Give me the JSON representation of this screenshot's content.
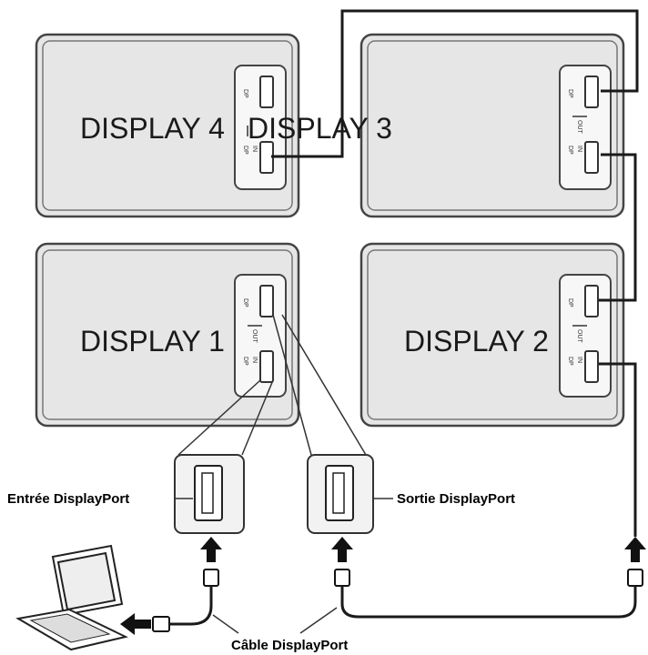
{
  "displays": [
    {
      "id": "d4",
      "label": "DISPLAY 4"
    },
    {
      "id": "d3",
      "label": "DISPLAY 3"
    },
    {
      "id": "d1",
      "label": "DISPLAY 1"
    },
    {
      "id": "d2",
      "label": "DISPLAY 2"
    }
  ],
  "port_labels": {
    "dp": "DP",
    "in": "IN",
    "out": "OUT"
  },
  "callouts": {
    "input": "Entrée DisplayPort",
    "output": "Sortie DisplayPort",
    "cable": "Câble DisplayPort"
  },
  "colors": {
    "panel_fill": "#e6e6e6",
    "panel_stroke": "#444444",
    "cable": "#1a1a1a",
    "port_fill": "#f7f7f7"
  },
  "icons": [
    "laptop-icon",
    "displayport-connector-icon",
    "arrow-up-icon",
    "arrow-left-icon"
  ]
}
